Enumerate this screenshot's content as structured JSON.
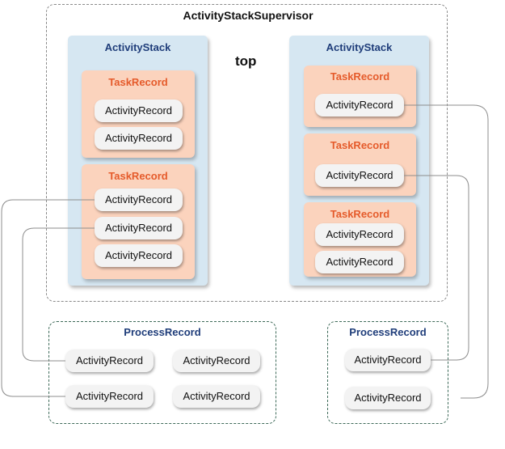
{
  "supervisor": {
    "title": "ActivityStackSupervisor"
  },
  "top_label": "top",
  "stacks": [
    {
      "title": "ActivityStack",
      "tasks": [
        {
          "title": "TaskRecord",
          "records": [
            "ActivityRecord",
            "ActivityRecord"
          ]
        },
        {
          "title": "TaskRecord",
          "records": [
            "ActivityRecord",
            "ActivityRecord",
            "ActivityRecord"
          ]
        }
      ]
    },
    {
      "title": "ActivityStack",
      "tasks": [
        {
          "title": "TaskRecord",
          "records": [
            "ActivityRecord"
          ]
        },
        {
          "title": "TaskRecord",
          "records": [
            "ActivityRecord"
          ]
        },
        {
          "title": "TaskRecord",
          "records": [
            "ActivityRecord",
            "ActivityRecord"
          ]
        }
      ]
    }
  ],
  "processes": [
    {
      "title": "ProcessRecord",
      "records": [
        "ActivityRecord",
        "ActivityRecord",
        "ActivityRecord",
        "ActivityRecord"
      ]
    },
    {
      "title": "ProcessRecord",
      "records": [
        "ActivityRecord",
        "ActivityRecord"
      ]
    }
  ]
}
